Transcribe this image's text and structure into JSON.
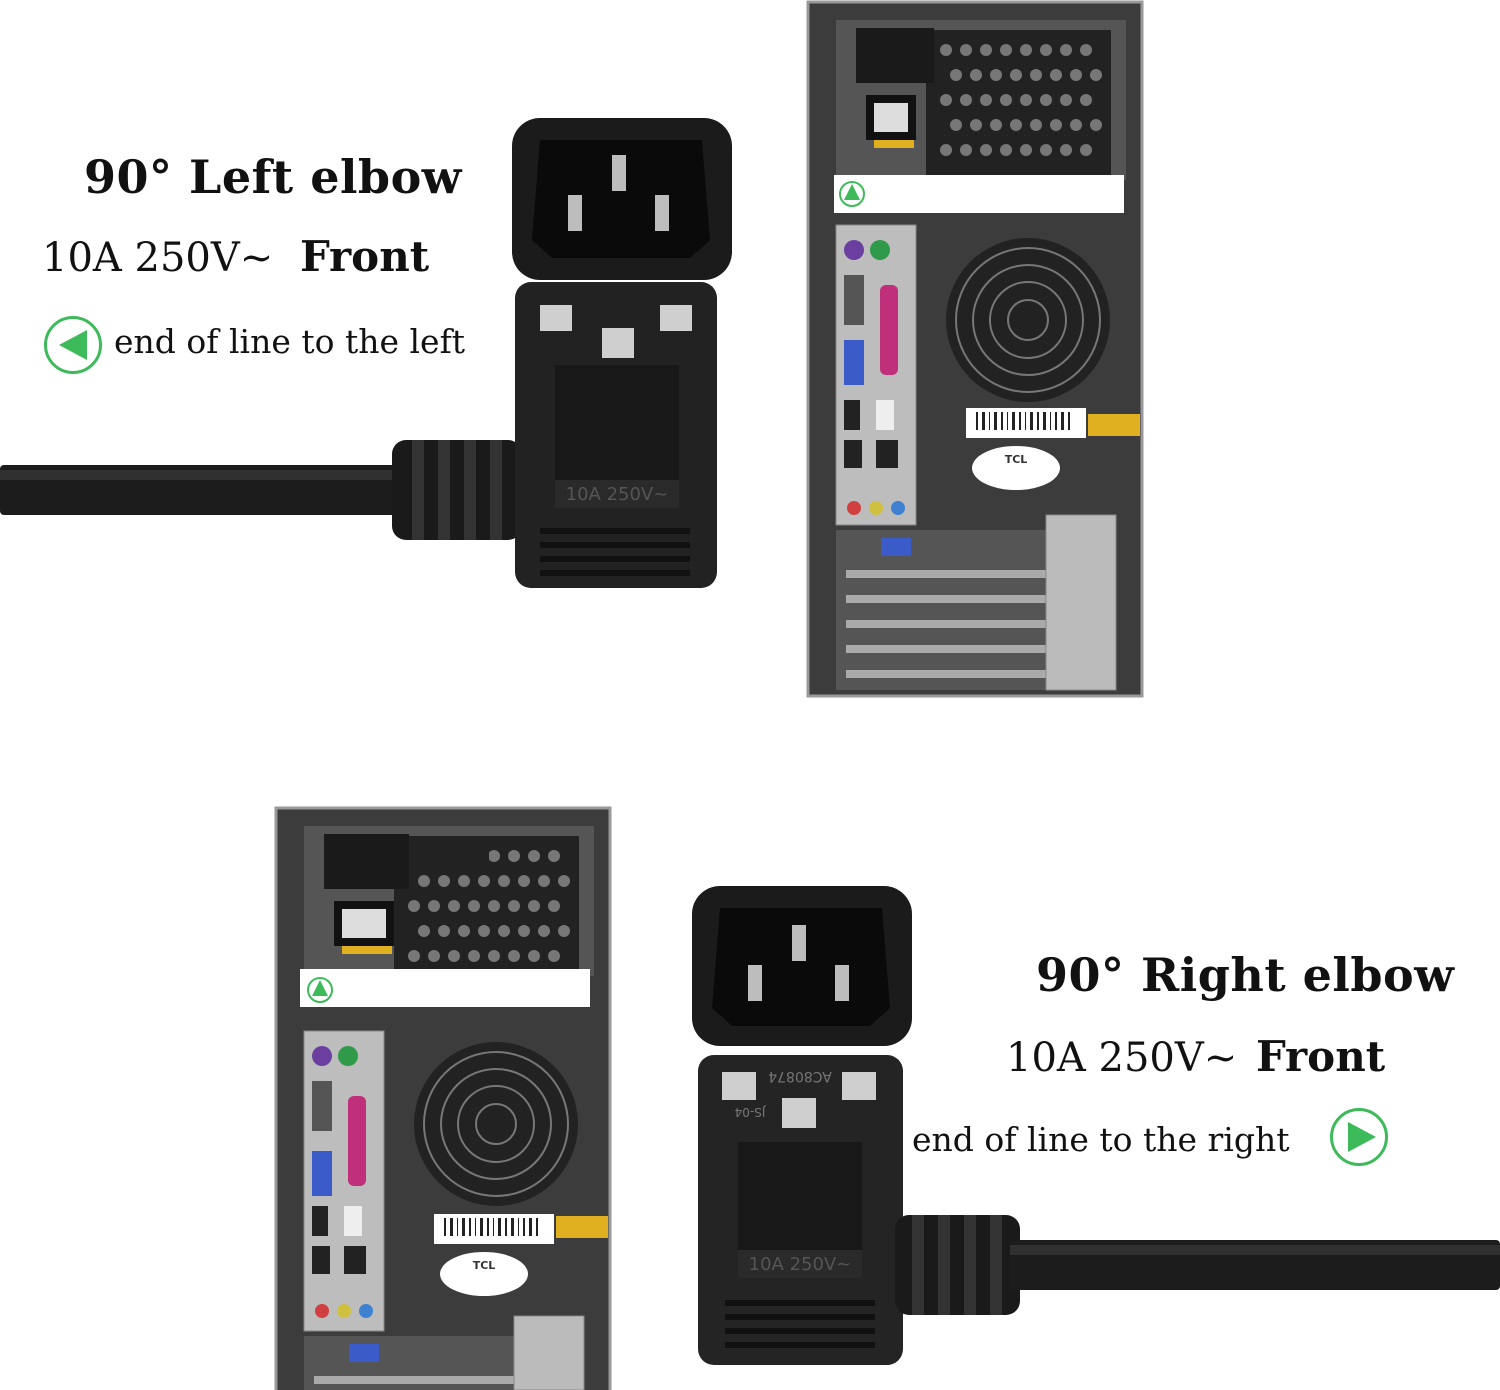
{
  "top": {
    "title": "90° Left elbow",
    "spec_rating": "10A 250V~",
    "spec_front": "Front",
    "note": "end of line to the left",
    "plug_marking": "10A 250V~"
  },
  "bottom": {
    "title": "90° Right elbow",
    "spec_rating": "10A 250V~",
    "spec_front": "Front",
    "note": "end of line to the right",
    "plug_marking": "10A 250V~",
    "plug_code": "AC80874",
    "plug_model": "JS-04"
  },
  "pc_label": "TCL",
  "colors": {
    "accent_green": "#3dbb5a",
    "plug_black": "#1b1b1b",
    "case_gray": "#4a4a4a",
    "vga_blue": "#3a5bc8",
    "parallel_pink": "#c0307a"
  }
}
